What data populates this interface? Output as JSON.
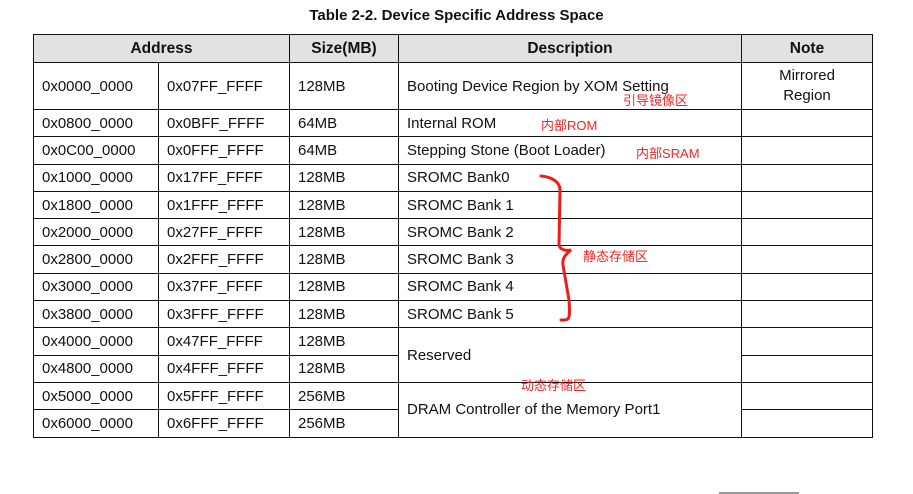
{
  "title": "Table 2-2.  Device Specific Address Space",
  "headers": {
    "address": "Address",
    "size": "Size(MB)",
    "description": "Description",
    "note": "Note"
  },
  "rows": [
    {
      "start": "0x0000_0000",
      "end": "0x07FF_FFFF",
      "size": "128MB",
      "description": "Booting Device Region by XOM Setting",
      "note": "Mirrored Region"
    },
    {
      "start": "0x0800_0000",
      "end": "0x0BFF_FFFF",
      "size": "64MB",
      "description": "Internal ROM",
      "note": ""
    },
    {
      "start": "0x0C00_0000",
      "end": "0x0FFF_FFFF",
      "size": "64MB",
      "description": "Stepping Stone (Boot Loader)",
      "note": ""
    },
    {
      "start": "0x1000_0000",
      "end": "0x17FF_FFFF",
      "size": "128MB",
      "description": "SROMC Bank0",
      "note": ""
    },
    {
      "start": "0x1800_0000",
      "end": "0x1FFF_FFFF",
      "size": "128MB",
      "description": "SROMC Bank 1",
      "note": ""
    },
    {
      "start": "0x2000_0000",
      "end": "0x27FF_FFFF",
      "size": "128MB",
      "description": "SROMC Bank 2",
      "note": ""
    },
    {
      "start": "0x2800_0000",
      "end": "0x2FFF_FFFF",
      "size": "128MB",
      "description": "SROMC Bank 3",
      "note": ""
    },
    {
      "start": "0x3000_0000",
      "end": "0x37FF_FFFF",
      "size": "128MB",
      "description": "SROMC Bank 4",
      "note": ""
    },
    {
      "start": "0x3800_0000",
      "end": "0x3FFF_FFFF",
      "size": "128MB",
      "description": "SROMC Bank 5",
      "note": ""
    },
    {
      "start": "0x4000_0000",
      "end": "0x47FF_FFFF",
      "size": "128MB",
      "description": "Reserved",
      "note": ""
    },
    {
      "start": "0x4800_0000",
      "end": "0x4FFF_FFFF",
      "size": "128MB",
      "description": "",
      "note": ""
    },
    {
      "start": "0x5000_0000",
      "end": "0x5FFF_FFFF",
      "size": "256MB",
      "description": "DRAM Controller of the Memory Port1",
      "note": ""
    },
    {
      "start": "0x6000_0000",
      "end": "0x6FFF_FFFF",
      "size": "256MB",
      "description": "",
      "note": ""
    }
  ],
  "annotations": {
    "boot_mirror": "引导镜像区",
    "internal_rom": "内部ROM",
    "internal_sram": "内部SRAM",
    "static_memory": "静态存储区",
    "dynamic_memory": "动态存储区",
    "color": "#ff2020"
  }
}
